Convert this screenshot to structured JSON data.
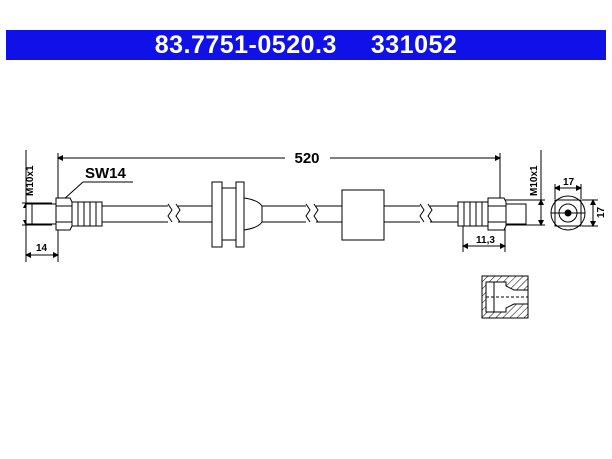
{
  "header": {
    "part_number": "83.7751-0520.3",
    "ref_number": "331052",
    "background_color": "#1010e8"
  },
  "dimensions": {
    "length": "520",
    "wrench_size": "SW14",
    "left_thread": "M10x1",
    "right_thread": "M10x1",
    "left_end_length": "14",
    "right_end_length": "11,3",
    "nut_width": "17",
    "nut_height": "17"
  }
}
